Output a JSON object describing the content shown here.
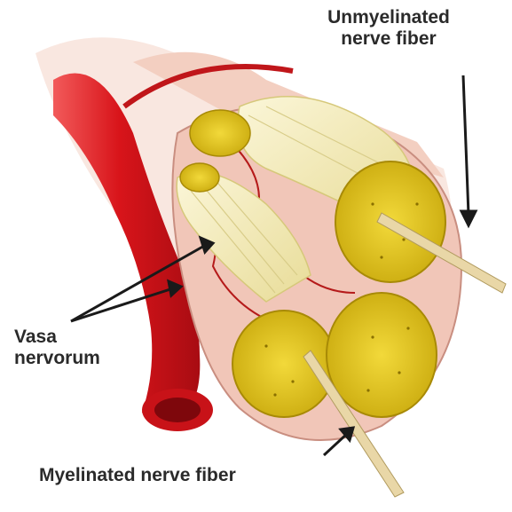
{
  "labels": {
    "unmyelinated": [
      "Unmyelinated",
      "nerve fiber"
    ],
    "vasa": [
      "Vasa",
      "nervorum"
    ],
    "myelinated": "Myelinated nerve fiber"
  },
  "colors": {
    "vessel": "#d8141a",
    "vessel_dark": "#9c0a10",
    "epineurium": "#f1c6b8",
    "fascicle": "#e6c719",
    "fascicle_dark": "#b99a08",
    "fiber_bundle": "#f7f0c4",
    "needle": "#e9d7a7",
    "arrow": "#1a1a1a"
  }
}
